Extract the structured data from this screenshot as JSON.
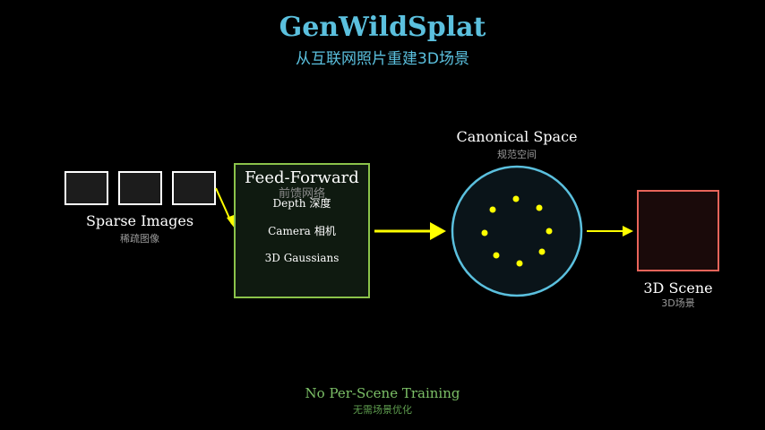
{
  "header": {
    "title": "GenWildSplat",
    "subtitle": "从互联网照片重建3D场景"
  },
  "sparse_images": {
    "label": "Sparse Images",
    "label_zh": "稀疏图像",
    "count": 3
  },
  "feed_forward": {
    "title": "Feed-Forward",
    "title_zh": "前馈网络",
    "items": [
      {
        "label": "Depth",
        "label_zh": "深度"
      },
      {
        "label": "Camera",
        "label_zh": "相机"
      },
      {
        "label": "3D Gaussians",
        "label_zh": ""
      }
    ]
  },
  "canonical_space": {
    "label": "Canonical Space",
    "label_zh": "规范空间",
    "point_count": 8
  },
  "scene": {
    "label": "3D Scene",
    "label_zh": "3D场景"
  },
  "footer": {
    "text": "No Per-Scene Training",
    "text_zh": "无需场景优化"
  },
  "colors": {
    "background": "#000000",
    "accent": "#5bc0de",
    "arrow": "#ffff00",
    "feed_border": "#8bc34a",
    "feed_fill": "#0f1a10",
    "circle_border": "#5bc0de",
    "circle_fill": "#0a1419",
    "point": "#ffff00",
    "scene_border": "#e8645a",
    "scene_fill": "#1a0a0a",
    "thumb_border": "#ffffff",
    "thumb_fill": "#1c1c1c",
    "footer": "#7cc067"
  },
  "icons": {
    "arrow": "arrow-right-icon"
  }
}
